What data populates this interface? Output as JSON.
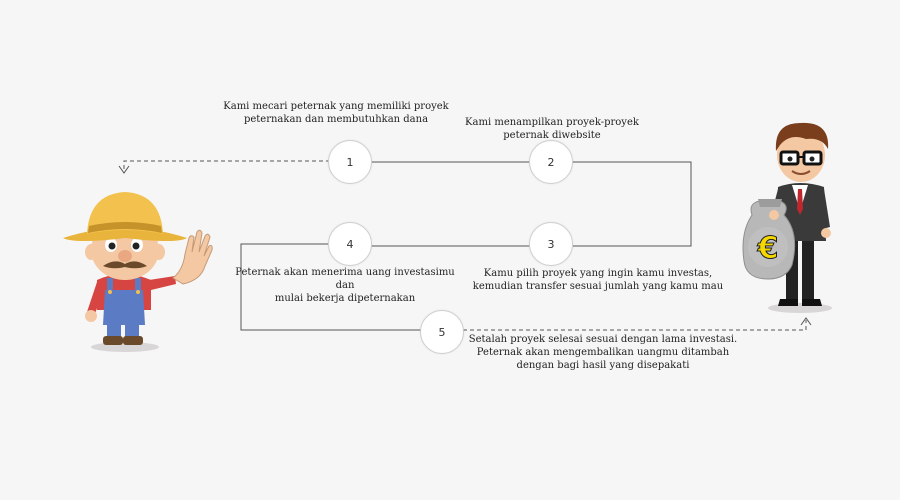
{
  "steps": [
    {
      "number": "1",
      "lines": [
        "Kami mecari peternak yang memiliki proyek",
        "peternakan dan membutuhkan dana"
      ]
    },
    {
      "number": "2",
      "lines": [
        "Kami menampilkan proyek-proyek",
        "peternak  diwebsite"
      ]
    },
    {
      "number": "3",
      "lines": [
        "Kamu pilih proyek yang ingin kamu investas,",
        "kemudian transfer sesuai jumlah yang kamu mau"
      ]
    },
    {
      "number": "4",
      "lines": [
        "Peternak akan menerima uang investasimu",
        "dan",
        "mulai  bekerja dipeternakan"
      ]
    },
    {
      "number": "5",
      "lines": [
        "Setalah proyek selesai sesuai dengan lama investasi.",
        "Peternak akan mengembalikan uangmu ditambah",
        "dengan bagi hasil yang disepakati"
      ]
    }
  ],
  "colors": {
    "background": "#f7f6f6",
    "line": "#555555",
    "circle_border": "#cfcfcf",
    "farmer_hat": "#f2c14e",
    "farmer_shirt": "#d64541",
    "farmer_overalls": "#5b7bc4",
    "investor_suit": "#3a3a3a",
    "money_bag": "#b8b8b8",
    "euro_sign": "#f5d800"
  },
  "icons": {
    "farmer": "farmer-illustration",
    "investor": "investor-with-money-bag-illustration"
  }
}
